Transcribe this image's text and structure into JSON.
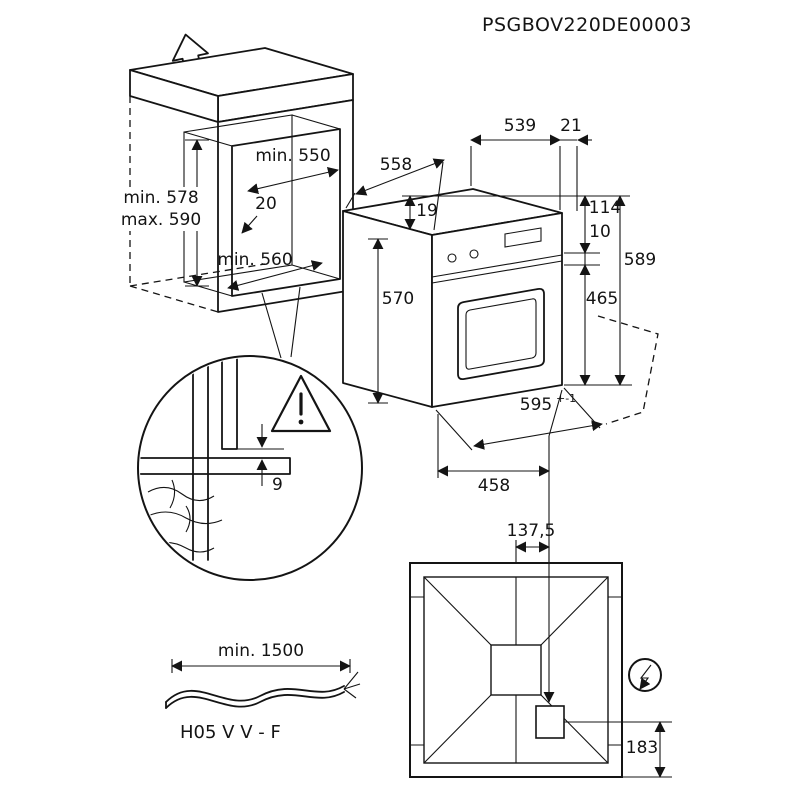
{
  "title": "PSGBOV220DE00003",
  "cabinet": {
    "niche_width": "min. 550",
    "rear_gap": "20",
    "niche_height_min": "min. 578",
    "niche_height_max": "max. 590",
    "niche_depth": "min. 560"
  },
  "oven": {
    "total_depth": "558",
    "body_depth": "539",
    "door_protrusion": "21",
    "top_clearance": "19",
    "panel_height": "114",
    "gap": "10",
    "total_height": "589",
    "front_height": "570",
    "door_height": "465",
    "width": "595",
    "width_tolerance": "+-1",
    "base_depth": "458"
  },
  "detail": {
    "min_overlap": "9"
  },
  "cable": {
    "min_length": "min. 1500",
    "type": "H05 V V - F"
  },
  "rear_view": {
    "terminal_offset_x": "137,5",
    "terminal_offset_y": "183"
  }
}
